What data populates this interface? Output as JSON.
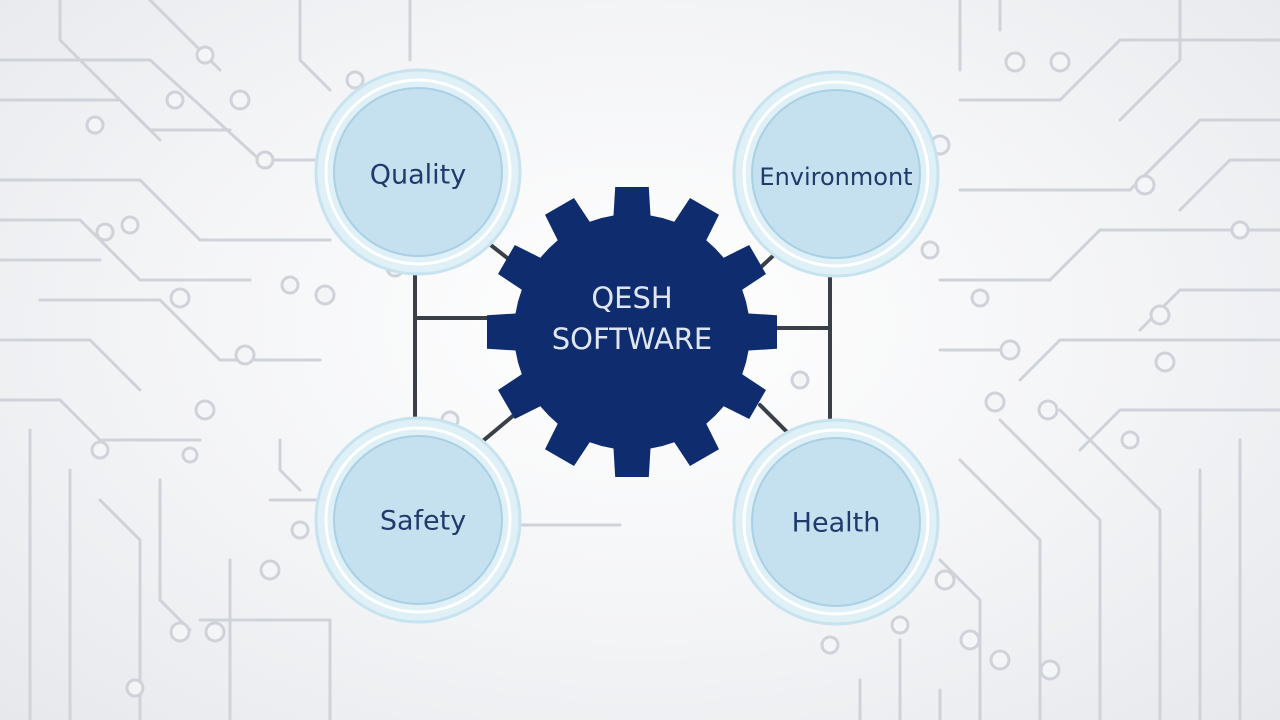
{
  "center": {
    "line1": "QESH",
    "line2": "SOFTWARE"
  },
  "nodes": {
    "quality": "Quality",
    "environment": "Environmont",
    "safety": "Safety",
    "health": "Health"
  },
  "colors": {
    "gear": "#0f2d6e",
    "bubble_fill": "#c5e1ef",
    "bubble_halo": "#dff0f7",
    "label_text": "#1f3a6b",
    "circuit_lines": "#cfd3d9"
  }
}
